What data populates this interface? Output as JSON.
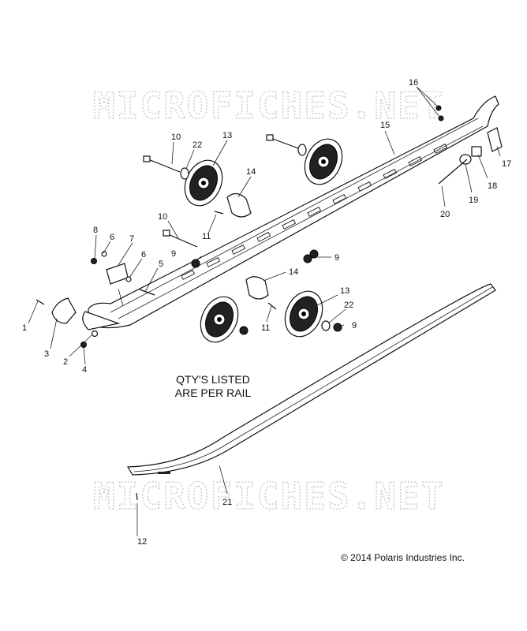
{
  "watermark": "MICROFICHES.NET",
  "note": {
    "line1": "QTY'S LISTED",
    "line2": "ARE PER RAIL"
  },
  "copyright": "© 2014 Polaris Industries Inc.",
  "callouts": {
    "c1": "1",
    "c2": "2",
    "c3": "3",
    "c4": "4",
    "c5": "5",
    "c6a": "6",
    "c6b": "6",
    "c7": "7",
    "c8": "8",
    "c9a": "9",
    "c9b": "9",
    "c9c": "9",
    "c10a": "10",
    "c10b": "10",
    "c11a": "11",
    "c11b": "11",
    "c12": "12",
    "c13a": "13",
    "c13b": "13",
    "c14a": "14",
    "c14b": "14",
    "c15": "15",
    "c16": "16",
    "c17": "17",
    "c18": "18",
    "c19": "19",
    "c20": "20",
    "c21": "21",
    "c22a": "22",
    "c22b": "22"
  }
}
